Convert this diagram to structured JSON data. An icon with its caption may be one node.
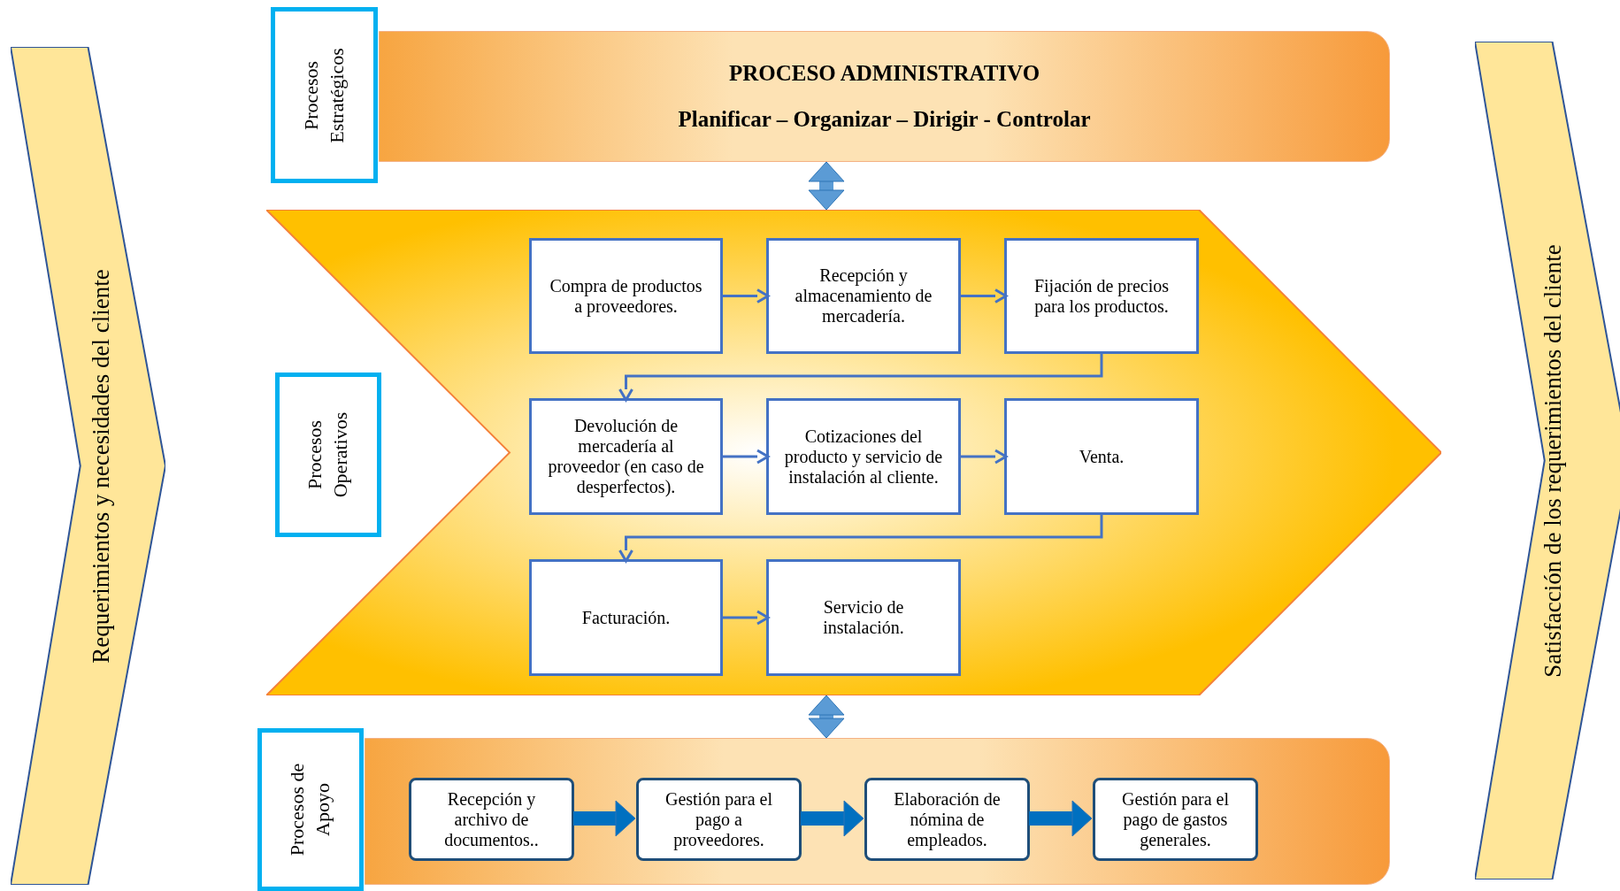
{
  "diagram": {
    "nodes": [
      {
        "text": [
          "Requerimientos y necesidades del cliente"
        ]
      },
      {
        "text": [
          "Procesos Estratégicos"
        ]
      },
      {
        "text": [
          "PROCESO ADMINISTRATIVO",
          "Planificar – Organizar – Dirigir - Controlar"
        ]
      },
      {
        "text": [
          "Procesos Operativos"
        ]
      },
      {
        "text": [],
        "shape": "chevron"
      },
      {
        "text": [
          "Compra de productos a proveedores."
        ],
        "in": 4
      },
      {
        "text": [
          "Recepción y almacenamiento de mercadería."
        ],
        "in": 4
      },
      {
        "text": [
          "Fijación de precios para los productos."
        ],
        "in": 4
      },
      {
        "text": [
          "Devolución de mercadería al proveedor (en caso de desperfectos)."
        ],
        "in": 4
      },
      {
        "text": [
          "Cotizaciones del producto y servicio de instalación al cliente."
        ],
        "in": 4
      },
      {
        "text": [
          "Venta."
        ],
        "in": 4
      },
      {
        "text": [
          "Facturación."
        ],
        "in": 4
      },
      {
        "text": [
          "Servicio de instalación."
        ],
        "in": 4
      },
      {
        "text": [
          "Procesos de Apoyo"
        ]
      },
      {
        "text": [],
        "shape": "box"
      },
      {
        "text": [
          "Recepción y archivo de documentos.."
        ],
        "in": 14
      },
      {
        "text": [
          "Gestión para el pago a proveedores."
        ],
        "in": 14
      },
      {
        "text": [
          "Elaboración de nómina de empleados."
        ],
        "in": 14
      },
      {
        "text": [
          "Gestión para el pago de gastos generales."
        ],
        "in": 14
      },
      {
        "text": [
          "Satisfacción de los requerimientos del cliente"
        ]
      }
    ],
    "edges": [
      {
        "from": 5,
        "to": 6,
        "arrow": "to"
      },
      {
        "from": 6,
        "to": 7,
        "arrow": "to"
      },
      {
        "from": 7,
        "to": 8,
        "arrow": "to"
      },
      {
        "from": 8,
        "to": 9,
        "arrow": "to"
      },
      {
        "from": 9,
        "to": 10,
        "arrow": "to"
      },
      {
        "from": 10,
        "to": 11,
        "arrow": "to"
      },
      {
        "from": 11,
        "to": 12,
        "arrow": "to"
      },
      {
        "from": 2,
        "to": 4,
        "arrow": "both",
        "style": "thick",
        "color": "#5b9bd5"
      },
      {
        "from": 4,
        "to": 14,
        "arrow": "both",
        "style": "thick",
        "color": "#5b9bd5"
      },
      {
        "from": 15,
        "to": 16,
        "arrow": "to",
        "style": "thick",
        "color": "#0070c0"
      },
      {
        "from": 16,
        "to": 17,
        "arrow": "to",
        "style": "thick",
        "color": "#0070c0"
      },
      {
        "from": 17,
        "to": 18,
        "arrow": "to",
        "style": "thick",
        "color": "#0070c0"
      }
    ]
  }
}
